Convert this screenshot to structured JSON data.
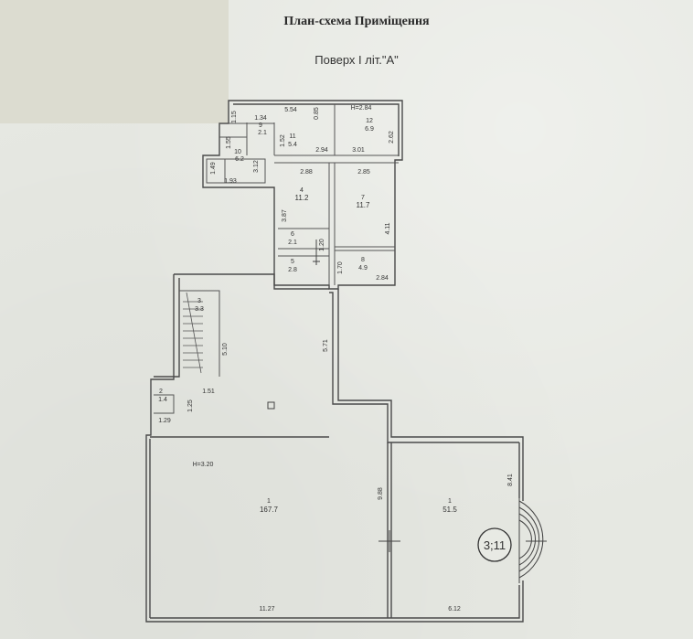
{
  "header": {
    "title": "План-схема Приміщення",
    "subtitle": "Поверх І літ.\"А\""
  },
  "rooms": [
    {
      "id": "1",
      "num": "1",
      "area": "167.7"
    },
    {
      "id": "1b",
      "num": "1",
      "area": "51.5"
    },
    {
      "id": "2",
      "num": "2",
      "area": "1.4"
    },
    {
      "id": "3",
      "num": "3",
      "area": "3.3"
    },
    {
      "id": "4",
      "num": "4",
      "area": "11.2"
    },
    {
      "id": "5",
      "num": "5",
      "area": "2.8"
    },
    {
      "id": "6",
      "num": "6",
      "area": "2.1"
    },
    {
      "id": "7",
      "num": "7",
      "area": "11.7"
    },
    {
      "id": "8",
      "num": "8",
      "area": "4.9"
    },
    {
      "id": "9",
      "num": "9",
      "area": "2.1"
    },
    {
      "id": "10",
      "num": "10",
      "area": "6.2"
    },
    {
      "id": "11",
      "num": "11",
      "area": "5.4"
    },
    {
      "id": "12",
      "num": "12",
      "area": "6.9"
    }
  ],
  "dimensions": {
    "d_554": "5.54",
    "d_h284": "H=2.84",
    "d_115": "1.15",
    "d_085": "0.85",
    "d_134": "1.34",
    "d_155": "1.55",
    "d_152": "1.52",
    "d_294": "2.94",
    "d_301": "3.01",
    "d_262": "2.62",
    "d_149": "1.49",
    "d_193": "1.93",
    "d_312": "3.12",
    "d_288": "2.88",
    "d_285": "2.85",
    "d_387": "3.87",
    "d_411": "4.11",
    "d_120": "1.20",
    "d_170": "1.70",
    "d_284": "2.84",
    "d_510": "5.10",
    "d_571": "5.71",
    "d_151": "1.51",
    "d_125": "1.25",
    "d_129": "1.29",
    "d_h320": "H=3.20",
    "d_988": "9.88",
    "d_841": "8.41",
    "d_1127": "11.27",
    "d_612": "6.12"
  },
  "callout": "3;11"
}
